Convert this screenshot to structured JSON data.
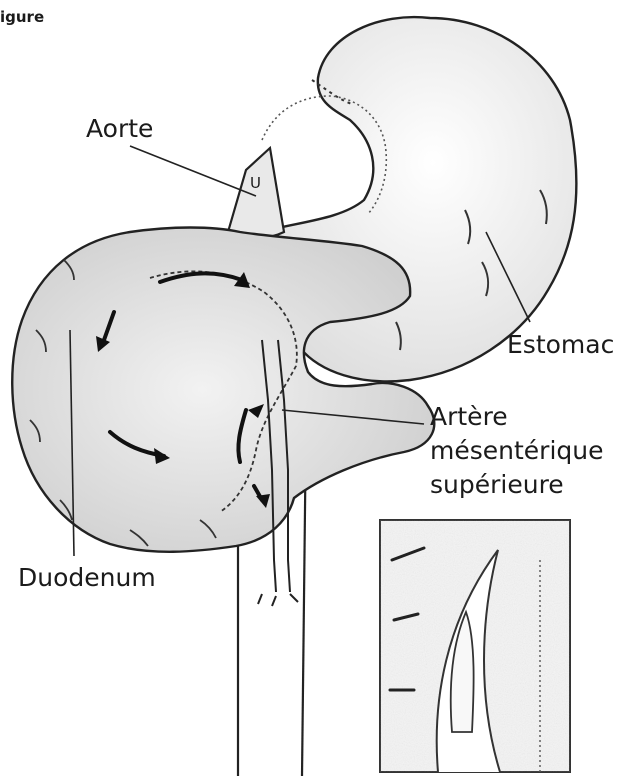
{
  "figure_title": "igure",
  "labels": {
    "aorte": "Aorte",
    "estomac": "Estomac",
    "artere_line1": "Artère",
    "artere_line2": "mésentérique",
    "artere_line3": "supérieure",
    "duodenum": "Duodenum"
  },
  "aorta_mark": "U",
  "colors": {
    "ink": "#1b1b1b",
    "shade": "#c9c9c9",
    "paper": "#ffffff"
  }
}
